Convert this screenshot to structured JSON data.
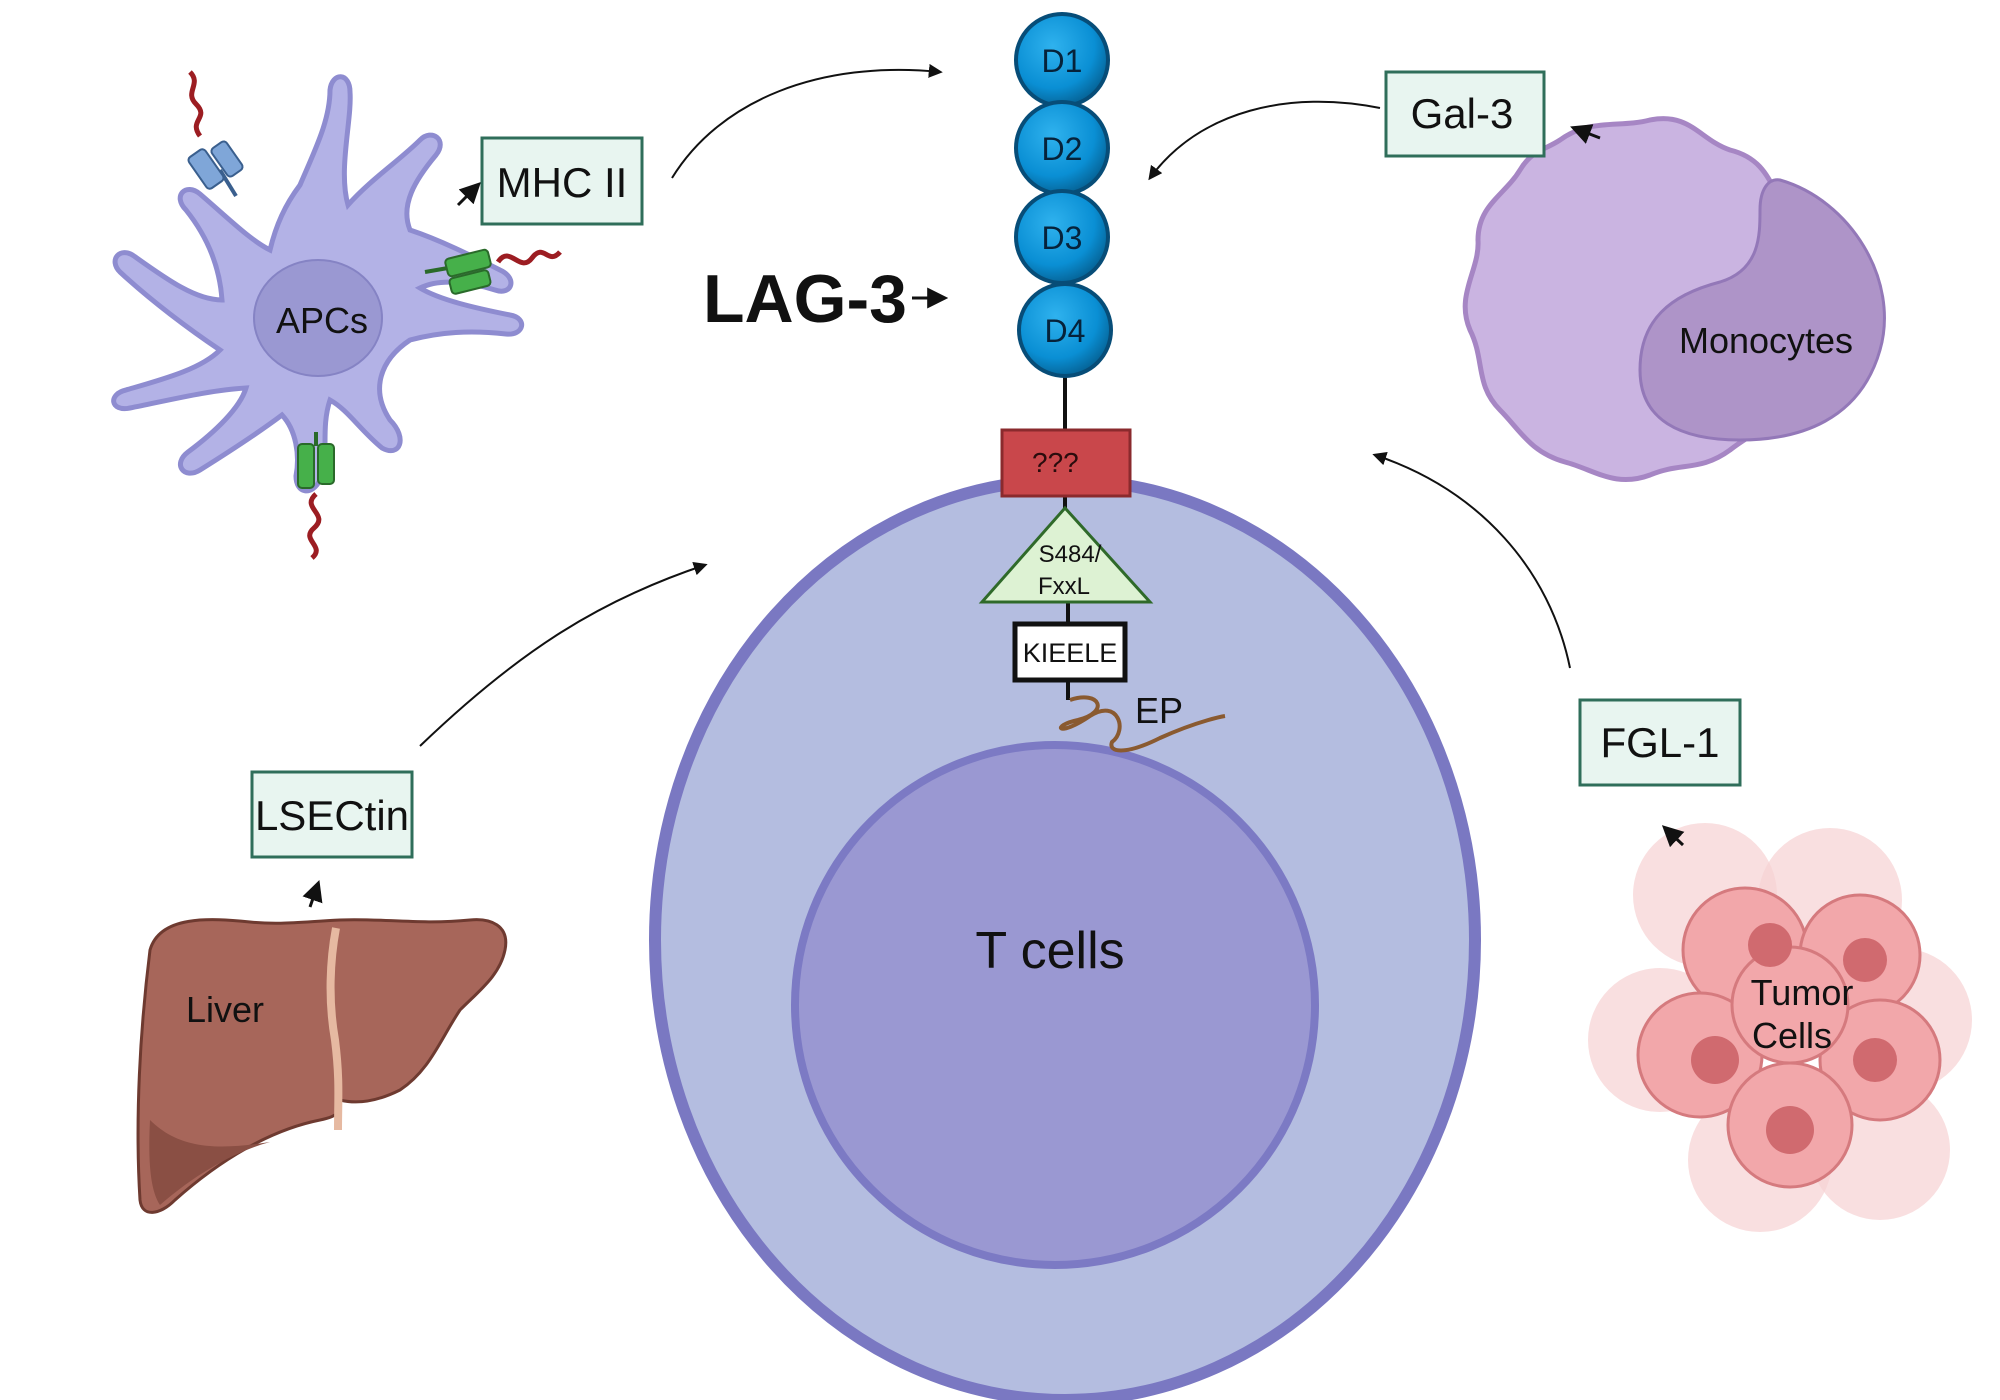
{
  "center": {
    "title": "LAG-3",
    "domains": [
      "D1",
      "D2",
      "D3",
      "D4"
    ],
    "tm_label": "???",
    "motif": [
      "S484/",
      "FxxL"
    ],
    "kieele": "KIEELE",
    "ep": "EP",
    "cell": "T cells"
  },
  "ligands": {
    "mhc": "MHC II",
    "gal3": "Gal-3",
    "lsectin": "LSECtin",
    "fgl1": "FGL-1"
  },
  "sources": {
    "apc": "APCs",
    "monocytes": "Monocytes",
    "liver": "Liver",
    "tumor": [
      "Tumor",
      "Cells"
    ]
  },
  "colors": {
    "domain_blue": "#0a8fd4",
    "tm_red": "#c9474b",
    "motif_green": "#ddf2d3",
    "t_cell_outer": "#b4bde0",
    "t_cell_inner": "#9a98d2",
    "t_cell_border": "#7a78c2",
    "apc_fill": "#b3b2e6",
    "monocyte_fill": "#cab4e1",
    "liver_fill": "#a7665a",
    "tumor_fill": "#f2a7aa",
    "label_box_fill": "#e8f5f0",
    "label_box_border": "#2f6e5a"
  }
}
